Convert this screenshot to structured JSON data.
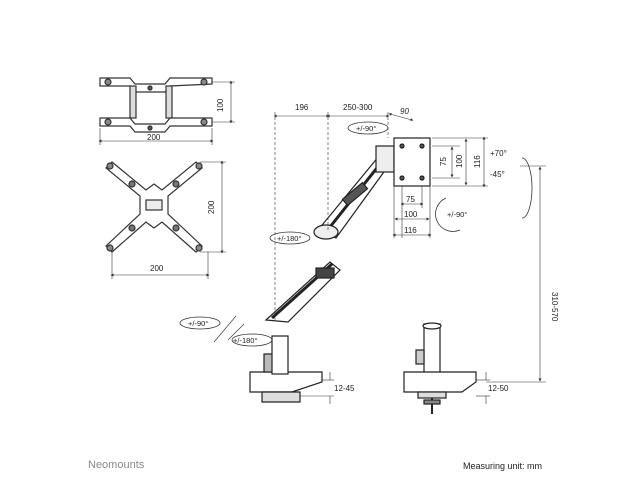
{
  "brand": "Neomounts",
  "measuring_unit": "Measuring unit: mm",
  "plate_small": {
    "width": "200",
    "height": "100"
  },
  "plate_large": {
    "width": "200",
    "height": "200"
  },
  "arm": {
    "reach_1": "196",
    "reach_2": "250-300",
    "depth": "90",
    "tilt_up": "+70°",
    "tilt_down": "-45°",
    "rotation_top": "+/-90°",
    "rotation_side": "+/-90°",
    "rotation_mid": "+/-180°",
    "rotation_base": "+/-90°",
    "rotation_base2": "+/-180°",
    "height_range": "310-570",
    "clamp_range": "12-45",
    "grommet_range": "12-50"
  },
  "vesa": {
    "w75": "75",
    "w100": "100",
    "w116": "116",
    "h75": "75",
    "h100": "100",
    "h116": "116"
  }
}
